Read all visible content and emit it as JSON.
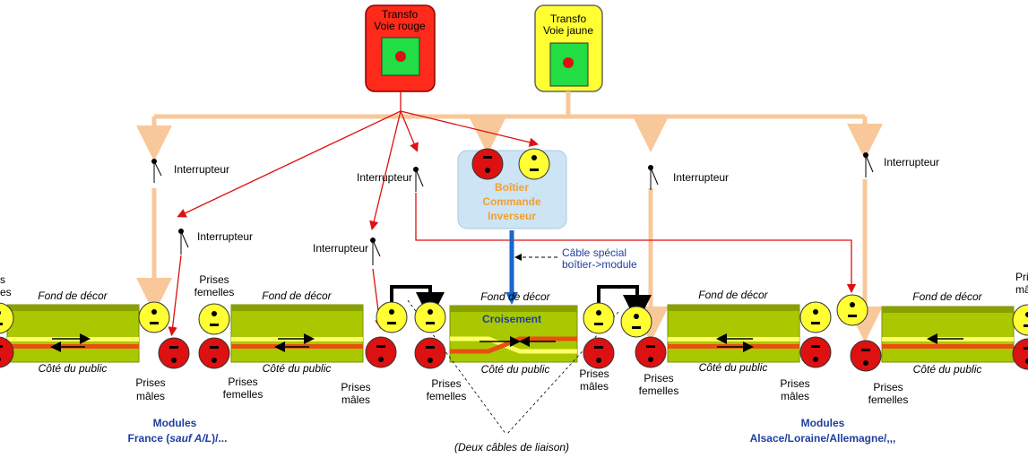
{
  "transfo_rouge": {
    "line1": "Transfo",
    "line2": "Voie rouge",
    "color": "#ff2a1a"
  },
  "transfo_jaune": {
    "line1": "Transfo",
    "line2": "Voie jaune",
    "color": "#ffff33"
  },
  "interrupteur": "Interrupteur",
  "boitier": {
    "line1": "Boîtier",
    "line2": "Commande",
    "line3": "Inverseur"
  },
  "cable_special": {
    "line1": "Câble spécial",
    "line2": "boîtier->module"
  },
  "fond_de_decor": "Fond de décor",
  "cote_du_public": "Côté du public",
  "croisement": "Croisement",
  "prises_femelles": {
    "line1": "Prises",
    "line2": "femelles"
  },
  "prises_males": {
    "line1": "Prises",
    "line2": "mâles"
  },
  "prises_cut": {
    "line1": "Prises",
    "line2": "mâles",
    "left1": "s",
    "left2": "es",
    "right1": "Pris",
    "right2": "mâ"
  },
  "deux_cables": "(Deux câbles de liaison)",
  "modules_france": {
    "line1": "Modules",
    "line2_pre": "France (",
    "line2_it": "sauf  A/L",
    "line2_post": ")/..."
  },
  "modules_alsace": {
    "line1": "Modules",
    "line2": "Alsace/Loraine/Allemagne/,,,"
  },
  "colors": {
    "orange_bus": "#f8c89a",
    "red_wire": "#dd1111",
    "module_green": "#aac800",
    "blue_cable": "#1a66cc"
  }
}
